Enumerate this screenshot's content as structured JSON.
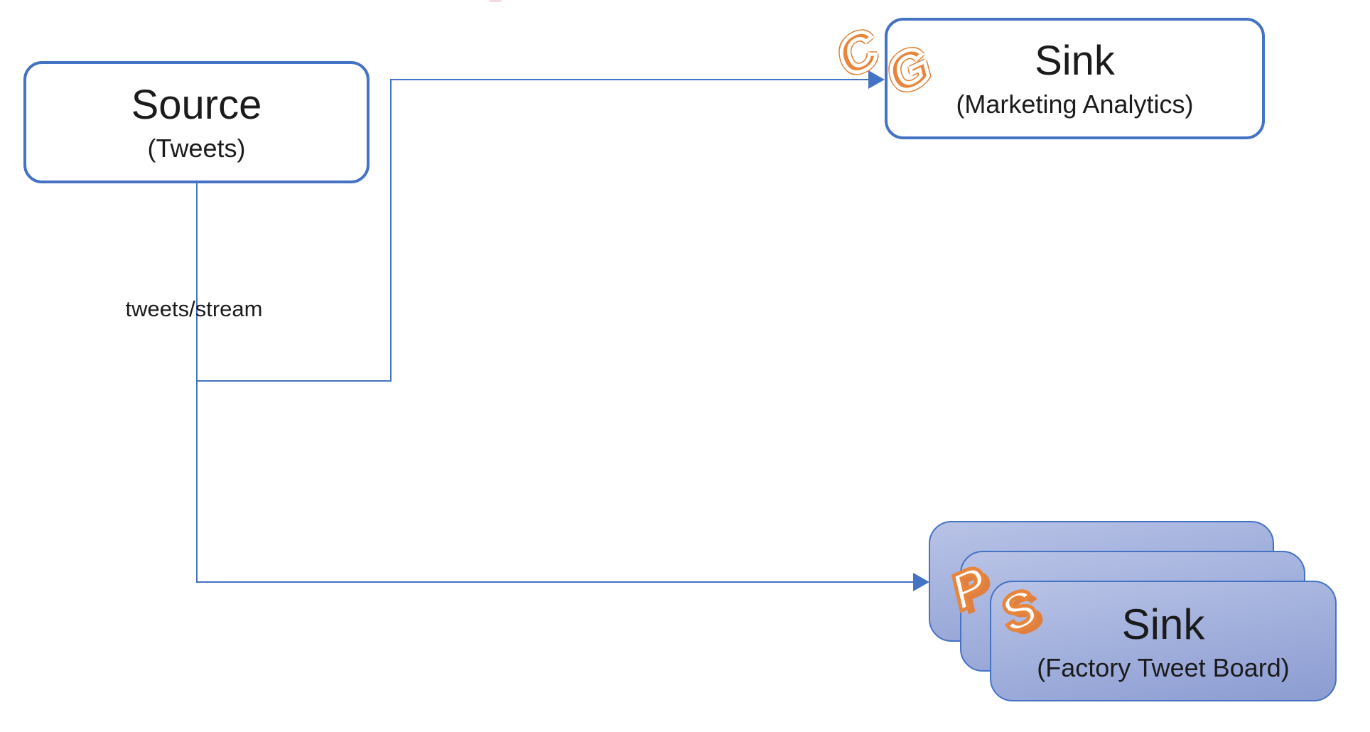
{
  "diagram": {
    "type": "data-flow",
    "edge_label": "tweets/stream"
  },
  "nodes": {
    "source": {
      "title": "Source",
      "subtitle": "(Tweets)"
    },
    "sink_marketing": {
      "title": "Sink",
      "subtitle": "(Marketing Analytics)"
    },
    "sink_factory": {
      "title": "Sink",
      "subtitle": "(Factory Tweet Board)",
      "stacked_copies": 3
    }
  },
  "edges": {
    "source_to_marketing": {
      "from": "source",
      "to": "sink_marketing",
      "style": "elbow-arrow"
    },
    "source_to_factory": {
      "from": "source",
      "to": "sink_factory",
      "style": "elbow-arrow"
    }
  },
  "logos": {
    "cg": {
      "letter1": "C",
      "letter2": "G"
    },
    "ps": {
      "letter1": "P",
      "letter2": "S"
    }
  },
  "colors": {
    "background": "#FFFFFF",
    "connector_line": "#4472C4",
    "box_border": "#4472C4",
    "box_fill": "#FFFFFF",
    "stack_fill_top": "#B9C3E6",
    "stack_fill_bottom": "#8C9CD1",
    "logo_orange": "#E8853C",
    "text": "#1B1B1B"
  }
}
